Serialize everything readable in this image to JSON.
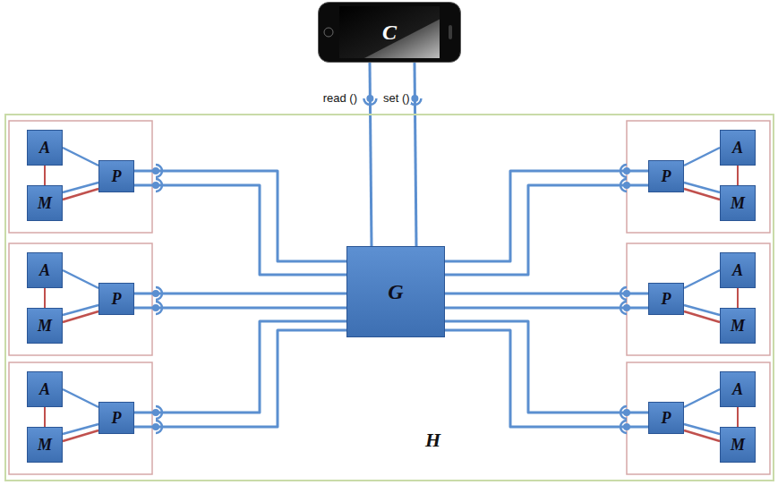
{
  "diagram": {
    "nodes": [
      {
        "text": [
          "C"
        ]
      },
      {
        "text": [
          "H"
        ]
      },
      {
        "text": [
          "A"
        ],
        "in": 1
      },
      {
        "text": [
          "M"
        ],
        "in": 1
      },
      {
        "text": [
          "P"
        ],
        "in": 1
      },
      {
        "text": [
          "A"
        ],
        "in": 1
      },
      {
        "text": [
          "M"
        ],
        "in": 1
      },
      {
        "text": [
          "P"
        ],
        "in": 1
      },
      {
        "text": [
          "A"
        ],
        "in": 1
      },
      {
        "text": [
          "M"
        ],
        "in": 1
      },
      {
        "text": [
          "P"
        ],
        "in": 1
      },
      {
        "text": [
          "A"
        ],
        "in": 1
      },
      {
        "text": [
          "M"
        ],
        "in": 1
      },
      {
        "text": [
          "P"
        ],
        "in": 1
      },
      {
        "text": [
          "A"
        ],
        "in": 1
      },
      {
        "text": [
          "M"
        ],
        "in": 1
      },
      {
        "text": [
          "P"
        ],
        "in": 1
      },
      {
        "text": [
          "A"
        ],
        "in": 1
      },
      {
        "text": [
          "M"
        ],
        "in": 1
      },
      {
        "text": [
          "P"
        ],
        "in": 1
      },
      {
        "text": [
          "G"
        ],
        "in": 1
      }
    ],
    "edges": [
      {
        "from": 0,
        "to": 20,
        "arrow": "none",
        "label": "read ()"
      },
      {
        "from": 0,
        "to": 20,
        "arrow": "none",
        "label": "set ()"
      },
      {
        "from": 2,
        "to": 4,
        "arrow": "none"
      },
      {
        "from": 3,
        "to": 4,
        "arrow": "none"
      },
      {
        "from": 3,
        "to": 4,
        "arrow": "none"
      },
      {
        "from": 2,
        "to": 3,
        "arrow": "none"
      },
      {
        "from": 4,
        "to": 20,
        "arrow": "none"
      },
      {
        "from": 4,
        "to": 20,
        "arrow": "none"
      },
      {
        "from": 5,
        "to": 7,
        "arrow": "none"
      },
      {
        "from": 6,
        "to": 7,
        "arrow": "none"
      },
      {
        "from": 6,
        "to": 7,
        "arrow": "none"
      },
      {
        "from": 5,
        "to": 6,
        "arrow": "none"
      },
      {
        "from": 7,
        "to": 20,
        "arrow": "none"
      },
      {
        "from": 7,
        "to": 20,
        "arrow": "none"
      },
      {
        "from": 8,
        "to": 10,
        "arrow": "none"
      },
      {
        "from": 9,
        "to": 10,
        "arrow": "none"
      },
      {
        "from": 9,
        "to": 10,
        "arrow": "none"
      },
      {
        "from": 8,
        "to": 9,
        "arrow": "none"
      },
      {
        "from": 10,
        "to": 20,
        "arrow": "none"
      },
      {
        "from": 10,
        "to": 20,
        "arrow": "none"
      },
      {
        "from": 11,
        "to": 13,
        "arrow": "none"
      },
      {
        "from": 12,
        "to": 13,
        "arrow": "none"
      },
      {
        "from": 12,
        "to": 13,
        "arrow": "none"
      },
      {
        "from": 11,
        "to": 12,
        "arrow": "none"
      },
      {
        "from": 13,
        "to": 20,
        "arrow": "none"
      },
      {
        "from": 13,
        "to": 20,
        "arrow": "none"
      },
      {
        "from": 14,
        "to": 16,
        "arrow": "none"
      },
      {
        "from": 15,
        "to": 16,
        "arrow": "none"
      },
      {
        "from": 15,
        "to": 16,
        "arrow": "none"
      },
      {
        "from": 14,
        "to": 15,
        "arrow": "none"
      },
      {
        "from": 16,
        "to": 20,
        "arrow": "none"
      },
      {
        "from": 16,
        "to": 20,
        "arrow": "none"
      },
      {
        "from": 17,
        "to": 19,
        "arrow": "none"
      },
      {
        "from": 18,
        "to": 19,
        "arrow": "none"
      },
      {
        "from": 18,
        "to": 19,
        "arrow": "none"
      },
      {
        "from": 17,
        "to": 18,
        "arrow": "none"
      },
      {
        "from": 19,
        "to": 20,
        "arrow": "none"
      },
      {
        "from": 19,
        "to": 20,
        "arrow": "none"
      }
    ]
  }
}
